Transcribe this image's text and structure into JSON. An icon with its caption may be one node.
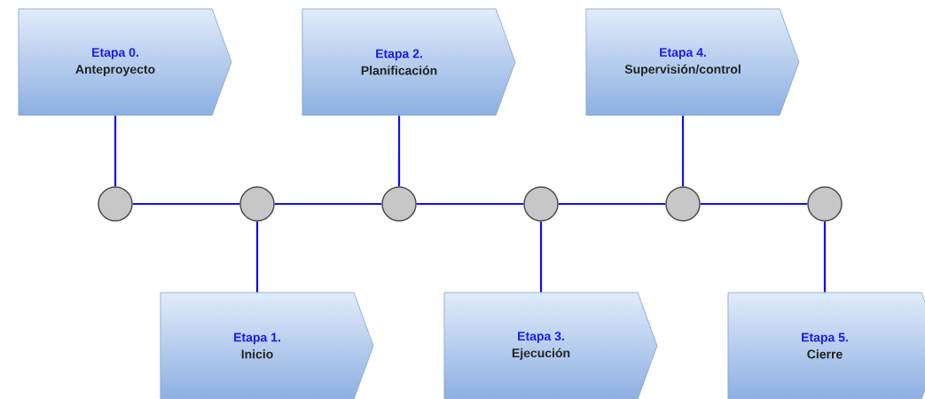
{
  "diagram": {
    "nodes": [
      {
        "text": [
          "Etapa 0.",
          "Anteproyecto"
        ]
      },
      {
        "text": [
          "Etapa 1.",
          "Inicio"
        ]
      },
      {
        "text": [
          "Etapa 2.",
          "Planificación"
        ]
      },
      {
        "text": [
          "Etapa 3.",
          "Ejecución"
        ]
      },
      {
        "text": [
          "Etapa 4.",
          "Supervisión/control"
        ]
      },
      {
        "text": [
          "Etapa 5.",
          "Cierre"
        ]
      },
      {
        "text": [],
        "shape": "circle"
      },
      {
        "text": [],
        "shape": "circle"
      },
      {
        "text": [],
        "shape": "circle"
      },
      {
        "text": [],
        "shape": "circle"
      },
      {
        "text": [],
        "shape": "circle"
      },
      {
        "text": [],
        "shape": "circle"
      }
    ],
    "edges": [
      {
        "from": 0,
        "to": 6,
        "arrow": "none"
      },
      {
        "from": 1,
        "to": 7,
        "arrow": "none"
      },
      {
        "from": 2,
        "to": 8,
        "arrow": "none"
      },
      {
        "from": 3,
        "to": 9,
        "arrow": "none"
      },
      {
        "from": 4,
        "to": 10,
        "arrow": "none"
      },
      {
        "from": 5,
        "to": 11,
        "arrow": "none"
      },
      {
        "from": 6,
        "to": 7,
        "arrow": "none"
      },
      {
        "from": 7,
        "to": 8,
        "arrow": "none"
      },
      {
        "from": 8,
        "to": 9,
        "arrow": "none"
      },
      {
        "from": 9,
        "to": 10,
        "arrow": "none"
      },
      {
        "from": 10,
        "to": 11,
        "arrow": "none"
      }
    ]
  }
}
